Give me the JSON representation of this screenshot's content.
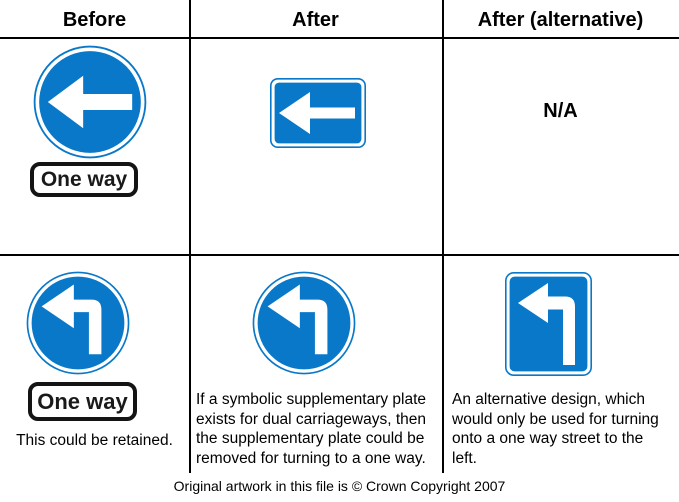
{
  "colors": {
    "sign_blue": "#0a78c8",
    "grid_line": "#000000"
  },
  "header": {
    "before": "Before",
    "after": "After",
    "after_alt": "After (alternative)"
  },
  "cells": {
    "r1_before": {
      "sign": "mandatory-turn-left-circle",
      "plate": "One way"
    },
    "r1_after": {
      "sign": "one-way-left-rectangle"
    },
    "r1_after_alt": {
      "text": "N/A"
    },
    "r2_before": {
      "sign": "turn-left-ahead-circle",
      "plate": "One way",
      "note": "This could be retained."
    },
    "r2_after": {
      "sign": "turn-left-ahead-circle",
      "note": "If a symbolic supplementary plate\nexists for dual carriageways, then\nthe supplementary plate could be\nremoved for turning to a one way."
    },
    "r2_after_alt": {
      "sign": "turn-left-ahead-rounded-square",
      "note": "An alternative design, which\nwould only be used for turning\nonto a one way street to the\nleft."
    }
  },
  "caption": "Original artwork in this file is © Crown Copyright 2007"
}
